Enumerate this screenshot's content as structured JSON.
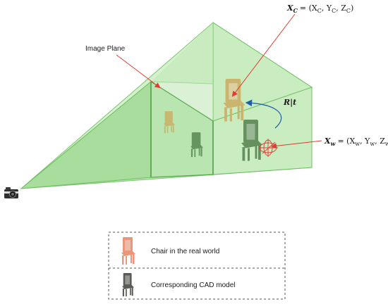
{
  "diagram": {
    "image_plane_label": "Image Plane",
    "transform_label": "R|t",
    "camera_point": {
      "symbol": "X",
      "subscript": "C",
      "rhs": "= (X",
      "c1": "C",
      "sep1": ", Y",
      "c2": "C",
      "sep2": ", Z",
      "c3": "C",
      "close": ")"
    },
    "world_point": {
      "symbol": "X",
      "subscript": "w",
      "rhs": "= (X",
      "c1": "w",
      "sep1": ", Y",
      "c2": "w",
      "sep2": ", Z",
      "c3": "w",
      "close": ")"
    }
  },
  "legend": {
    "items": [
      {
        "label": "Chair in the real world",
        "color": "#e9967a"
      },
      {
        "label": "Corresponding CAD model",
        "color": "#5b5b55"
      }
    ]
  },
  "colors": {
    "frustum_light": "#cdeec6",
    "frustum_mid": "#b7e3ae",
    "frustum_edge": "#6fbf63",
    "arrow_red": "#e03c31",
    "arrow_blue": "#1f5fa8",
    "chair_real_scene": "#c9b36a",
    "chair_cad_scene": "#5f8d58"
  }
}
